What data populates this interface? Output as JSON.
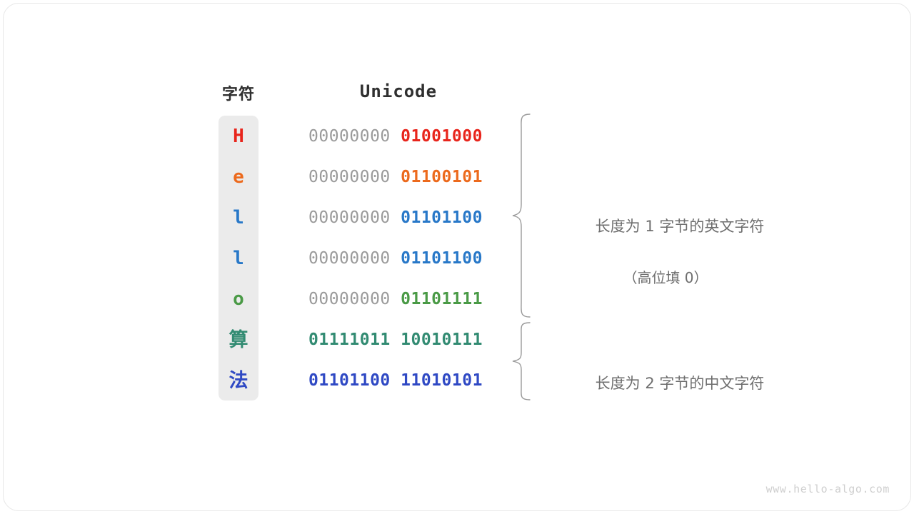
{
  "figure": {
    "headers": {
      "char": "字符",
      "unicode": "Unicode"
    },
    "rows": [
      {
        "char": "H",
        "high_byte": "00000000",
        "low_byte": "01001000",
        "color": "#e8251c",
        "cjk": false,
        "high_strong": false
      },
      {
        "char": "e",
        "high_byte": "00000000",
        "low_byte": "01100101",
        "color": "#ec6a1d",
        "cjk": false,
        "high_strong": false
      },
      {
        "char": "l",
        "high_byte": "00000000",
        "low_byte": "01101100",
        "color": "#2878c8",
        "cjk": false,
        "high_strong": false
      },
      {
        "char": "l",
        "high_byte": "00000000",
        "low_byte": "01101100",
        "color": "#2878c8",
        "cjk": false,
        "high_strong": false
      },
      {
        "char": "o",
        "high_byte": "00000000",
        "low_byte": "01101111",
        "color": "#4a9a46",
        "cjk": false,
        "high_strong": false
      },
      {
        "char": "算",
        "high_byte": "01111011",
        "low_byte": "10010111",
        "color": "#328b72",
        "cjk": true,
        "high_strong": true
      },
      {
        "char": "法",
        "high_byte": "01101100",
        "low_byte": "11010101",
        "color": "#2f49c4",
        "cjk": true,
        "high_strong": true
      }
    ],
    "annotations": [
      {
        "main": "长度为 1 字节的英文字符",
        "sub": "（高位填 0）"
      },
      {
        "main": "长度为 2 字节的中文字符",
        "sub": ""
      }
    ],
    "watermark": "www.hello-algo.com",
    "colors": {
      "char_column_bg": "#ebebeb",
      "high_byte_gray": "#9a9a9a",
      "annotation_gray": "#6e6e6e",
      "header_text": "#2f2f2f",
      "brace_stroke": "#9a9a9a",
      "watermark": "#cfcfcf",
      "page_bg": "#ffffff"
    }
  }
}
